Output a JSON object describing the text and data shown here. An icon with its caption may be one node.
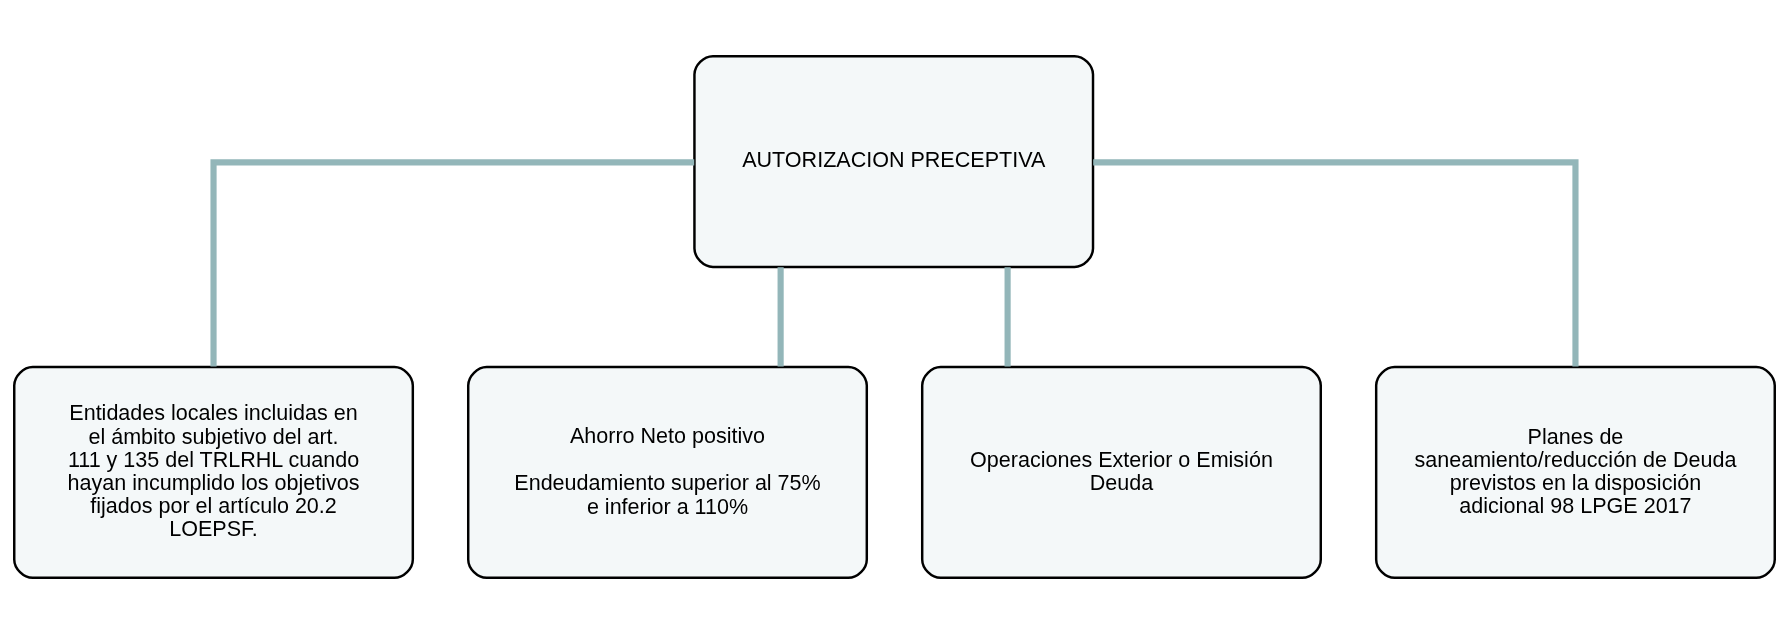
{
  "diagram": {
    "nodes": [
      {
        "text": [
          "AUTORIZACION PRECEPTIVA"
        ]
      },
      {
        "text": [
          "Entidades locales incluidas en el ámbito subjetivo del art. 111 y 135 del TRLRHL cuando hayan incumplido los objetivos fijados por el artículo 20.2 LOEPSF."
        ]
      },
      {
        "text": [
          "Ahorro Neto positivo",
          "Endeudamiento superior al 75% e inferior a 110%"
        ]
      },
      {
        "text": [
          "Operaciones Exterior o Emisión Deuda"
        ]
      },
      {
        "text": [
          "Planes de saneamiento/reducción de Deuda previstos en la disposición adicional 98 LPGE 2017"
        ]
      }
    ],
    "edges": [
      {
        "from": 0,
        "to": 1,
        "arrow": "none"
      },
      {
        "from": 0,
        "to": 2,
        "arrow": "none"
      },
      {
        "from": 0,
        "to": 3,
        "arrow": "none"
      },
      {
        "from": 0,
        "to": 4,
        "arrow": "none"
      }
    ]
  }
}
